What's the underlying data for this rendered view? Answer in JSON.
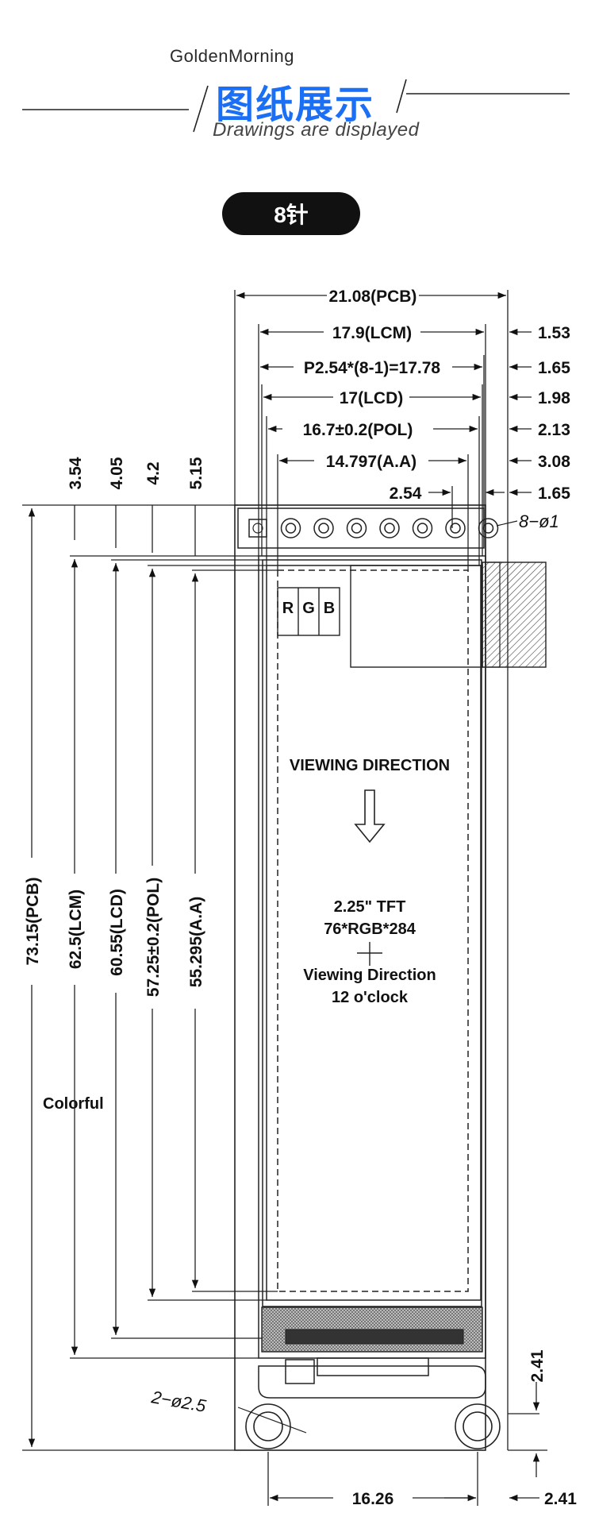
{
  "header": {
    "brand": "GoldenMorning",
    "title": "图纸展示",
    "subtitle": "Drawings are displayed"
  },
  "pin_badge": "8针",
  "dimensions_horizontal": {
    "pcb": "21.08(PCB)",
    "lcm": "17.9(LCM)",
    "pitch": "P2.54*(8-1)=17.78",
    "lcd": "17(LCD)",
    "pol": "16.7±0.2(POL)",
    "aa": "14.797(A.A)",
    "pin_pitch": "2.54",
    "r1": "1.53",
    "r2": "1.65",
    "r3": "1.98",
    "r4": "2.13",
    "r5": "3.08",
    "r6": "1.65",
    "holes_span": "16.26",
    "edge_right": "2.41"
  },
  "dimensions_vertical": {
    "t1": "3.54",
    "t2": "4.05",
    "t3": "4.2",
    "t4": "5.15",
    "pcb": "73.15(PCB)",
    "lcm": "62.5(LCM)",
    "lcd": "60.55(LCD)",
    "pol": "57.25±0.2(POL)",
    "aa": "55.295(A.A)",
    "bottom": "2.41"
  },
  "annotations": {
    "pins": "8−ø1",
    "holes": "2−ø2.5",
    "rgb": [
      "R",
      "G",
      "B"
    ],
    "viewing_direction": "VIEWING DIRECTION",
    "spec_line1": "2.25\" TFT",
    "spec_line2": "76*RGB*284",
    "spec_line3": "Viewing Direction",
    "spec_line4": "12 o'clock",
    "colorful": "Colorful"
  }
}
